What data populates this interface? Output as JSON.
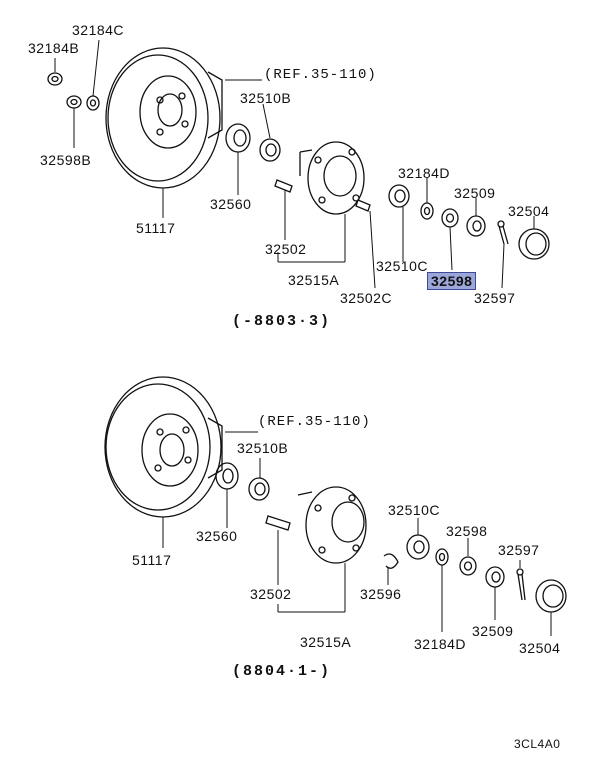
{
  "top_section": {
    "date_range": "(-8803·3)",
    "ref_label": "(REF.35-110)",
    "parts": {
      "p1": "32184C",
      "p2": "32184B",
      "p3": "32598B",
      "p4": "32510B",
      "p5": "32560",
      "p6": "51117",
      "p7": "32184D",
      "p8": "32509",
      "p9": "32504",
      "p10": "32502",
      "p11": "32510C",
      "p12": "32598",
      "p13": "32515A",
      "p14": "32502C",
      "p15": "32597"
    }
  },
  "bottom_section": {
    "date_range": "(8804·1-)",
    "ref_label": "(REF.35-110)",
    "parts": {
      "p1": "32510B",
      "p2": "51117",
      "p3": "32560",
      "p4": "32510C",
      "p5": "32598",
      "p6": "32597",
      "p7": "32502",
      "p8": "32596",
      "p9": "32509",
      "p10": "32504",
      "p11": "32515A",
      "p12": "32184D"
    }
  },
  "diagram_code": "3CL4A0",
  "highlight_color": "#9ca6d8"
}
